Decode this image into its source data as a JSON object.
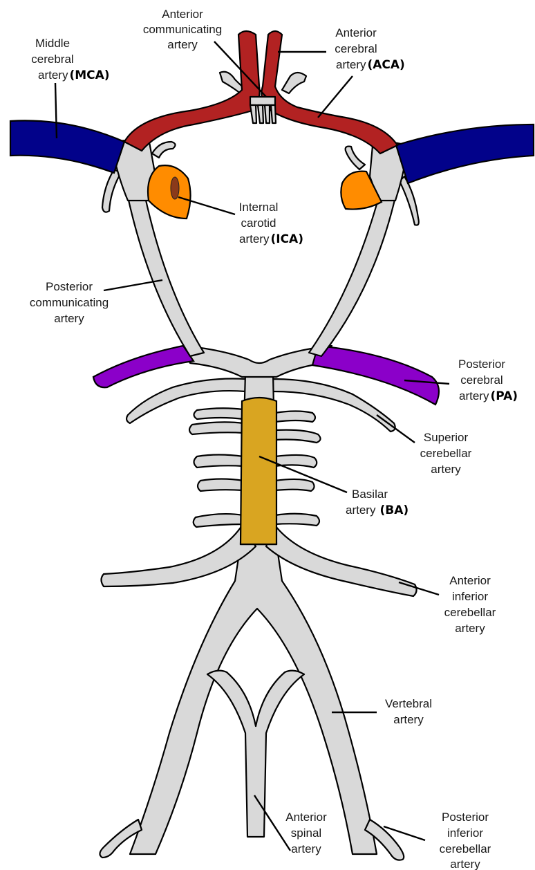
{
  "colors": {
    "artery": "#d9d9d9",
    "aca": "#b22222",
    "mca": "#02028a",
    "ica": "#ff8c00",
    "pca": "#8b00c9",
    "basilar": "#d9a521",
    "outline": "#000000"
  },
  "labels": {
    "acom": [
      "Anterior",
      "communicating",
      "artery"
    ],
    "aca": [
      "Anterior",
      "cerebral",
      "artery",
      "(ACA)"
    ],
    "mca": [
      "Middle",
      "cerebral",
      "artery",
      "(MCA)"
    ],
    "ica": [
      "Internal",
      "carotid",
      "artery",
      "(ICA)"
    ],
    "pcom": [
      "Posterior",
      "communicating",
      "artery"
    ],
    "pca": [
      "Posterior",
      "cerebral",
      "artery",
      "(PA)"
    ],
    "sca": [
      "Superior",
      "cerebellar",
      "artery"
    ],
    "basilar": [
      "Basilar",
      "artery",
      "(BA)"
    ],
    "aica": [
      "Anterior",
      "inferior",
      "cerebellar",
      "artery"
    ],
    "vertebral": [
      "Vertebral",
      "artery"
    ],
    "asa": [
      "Anterior",
      "spinal",
      "artery"
    ],
    "pica": [
      "Posterior",
      "inferior",
      "cerebellar",
      "artery"
    ]
  }
}
